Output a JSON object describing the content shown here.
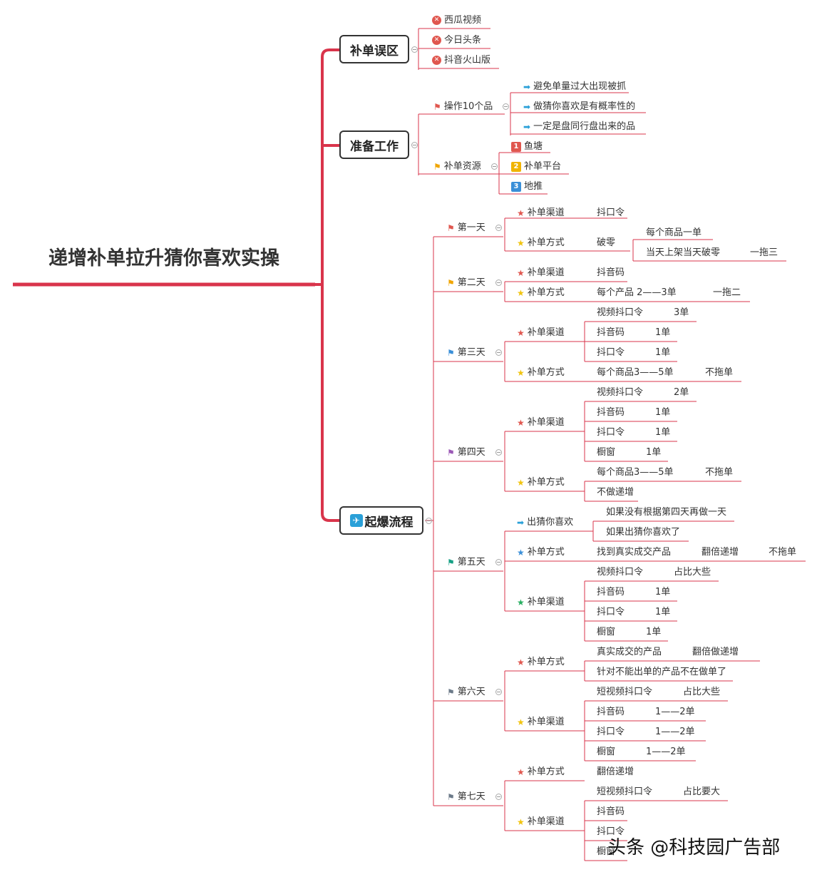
{
  "root": "递增补单拉升猜你喜欢实操",
  "branches": {
    "b1": "补单误区",
    "b2": "准备工作",
    "b3": "起爆流程"
  },
  "misc": {
    "items": [
      "西瓜视频",
      "今日头条",
      "抖音火山版"
    ]
  },
  "prep": {
    "op10": "操作10个品",
    "op10_items": [
      "避免单量过大出现被抓",
      "做猜你喜欢是有概率性的",
      "一定是盘同行盘出来的品"
    ],
    "resource": "补单资源",
    "resource_items": [
      "鱼塘",
      "补单平台",
      "地推"
    ],
    "resource_nums": [
      "1",
      "2",
      "3"
    ]
  },
  "labels": {
    "channel": "补单渠道",
    "method": "补单方式",
    "guess": "出猜你喜欢"
  },
  "days": [
    "第一天",
    "第二天",
    "第三天",
    "第四天",
    "第五天",
    "第六天",
    "第七天"
  ],
  "texts": {
    "d1_channel": "抖口令",
    "d1_method": "破零",
    "d1_m1": "每个商品一单",
    "d1_m2": "当天上架当天破零",
    "d1_m2b": "一拖三",
    "d2_channel": "抖音码",
    "d2_method": "每个产品 2——3单",
    "d2_methodb": "一拖二",
    "video_kl": "视频抖口令",
    "douyinma": "抖音码",
    "doukouling": "抖口令",
    "chuchuang": "橱窗",
    "d3_v": "3单",
    "one": "1单",
    "d3_method": "每个商品3——5单",
    "no_drag": "不拖单",
    "d4_v": "2单",
    "d4_method": "每个商品3——5单",
    "d4_no_inc": "不做递增",
    "d5_g1": "如果没有根据第四天再做一天",
    "d5_g2": "如果出猜你喜欢了",
    "d5_method": "找到真实成交产品",
    "d5_method_b": "翻倍递增",
    "d5_method_c": "不拖单",
    "bigger_share": "占比大些",
    "d6_m1": "真实成交的产品",
    "d6_m1b": "翻倍做递增",
    "d6_m2": "针对不能出单的产品不在做单了",
    "short_video_kl": "短视频抖口令",
    "one_two": "1——2单",
    "d7_method": "翻倍递增",
    "d7_share": "占比要大"
  },
  "watermark": "头条 @科技园广告部",
  "colors": {
    "main": "#d9344b",
    "red": "#e0574f",
    "blue": "#2aa0d8",
    "green": "#27ae60",
    "purple": "#9b59b6",
    "yellow": "#f1c40f",
    "teal": "#16a085",
    "gray": "#6c7a89",
    "orange": "#f0a500"
  }
}
